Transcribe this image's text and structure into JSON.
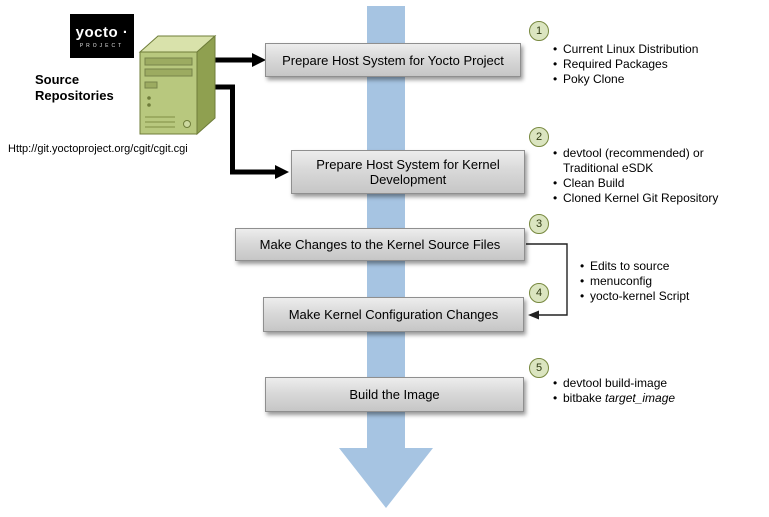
{
  "logo": {
    "brand": "yocto ·",
    "subtitle": "PROJECT"
  },
  "source_repositories": {
    "label": "Source\nRepositories",
    "url": "Http://git.yoctoproject.org/cgit/cgit.cgi"
  },
  "steps": [
    {
      "num": "1",
      "label": "Prepare Host System for Yocto Project",
      "bullets": [
        "Current Linux Distribution",
        "Required Packages",
        "Poky Clone"
      ]
    },
    {
      "num": "2",
      "label": "Prepare Host System for Kernel Development",
      "bullets": [
        "devtool (recommended) or Traditional eSDK",
        "Clean Build",
        "Cloned Kernel Git Repository"
      ]
    },
    {
      "num": "3",
      "label": "Make Changes to the Kernel Source Files"
    },
    {
      "num": "4",
      "label": "Make Kernel Configuration Changes"
    },
    {
      "num": "5",
      "label": "Build the Image",
      "bullet_1": "devtool build-image",
      "bullet_2_prefix": "bitbake ",
      "bullet_2_italic": "target_image"
    }
  ],
  "shared_bullets_steps_3_4": [
    "Edits to source",
    "menuconfig",
    "yocto-kernel Script"
  ],
  "colors": {
    "flow_arrow_blue": "#a6c4e2",
    "step_box_gray": "#d9d9d9",
    "badge_fill": "#dbe5c0",
    "badge_border": "#77883f",
    "server_green": "#b8c87e"
  }
}
